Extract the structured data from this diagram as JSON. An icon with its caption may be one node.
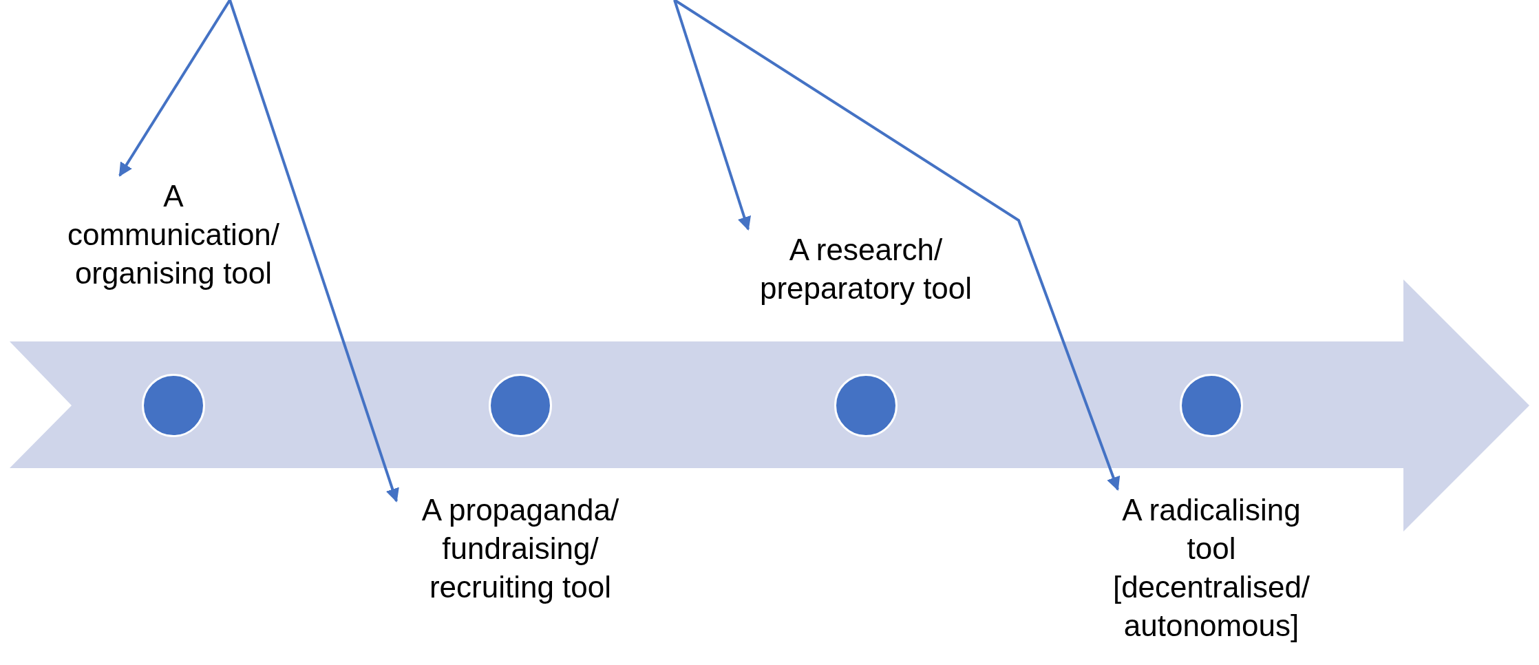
{
  "diagram": {
    "nodes": [
      {
        "text": [
          "A communication/ organising tool"
        ]
      },
      {
        "text": [
          "A propaganda/ fundraising/ recruiting tool"
        ]
      },
      {
        "text": [
          "A research/ preparatory tool"
        ]
      },
      {
        "text": [
          "A radicalising tool [decentralised/ autonomous]"
        ]
      },
      {
        "text": [],
        "shape": "circle"
      },
      {
        "text": [],
        "shape": "circle"
      },
      {
        "text": [],
        "shape": "circle"
      },
      {
        "text": [],
        "shape": "circle"
      }
    ],
    "edges": [
      {
        "from": null,
        "to": 0,
        "arrow": "to"
      },
      {
        "from": null,
        "to": 1,
        "arrow": "to"
      },
      {
        "from": null,
        "to": 2,
        "arrow": "to"
      },
      {
        "from": null,
        "to": 3,
        "arrow": "to"
      }
    ]
  }
}
